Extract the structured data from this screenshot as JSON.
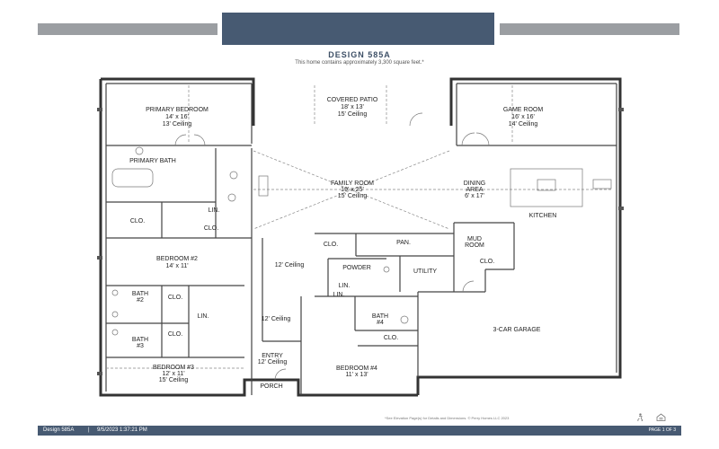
{
  "header": {
    "title": "DESIGN  585A",
    "subtitle": "This home contains approximately 3,300 square feet.*"
  },
  "rooms": {
    "primary_bedroom": {
      "name": "PRIMARY BEDROOM",
      "size": "14' x 16'",
      "ceiling": "13' Ceiling"
    },
    "covered_patio": {
      "name": "COVERED PATIO",
      "size": "18' x 13'",
      "ceiling": "15' Ceiling"
    },
    "game_room": {
      "name": "GAME ROOM",
      "size": "16' x 16'",
      "ceiling": "14' Ceiling"
    },
    "primary_bath": {
      "name": "PRIMARY BATH"
    },
    "family_room": {
      "name": "FAMILY ROOM",
      "size": "19' x 25'",
      "ceiling": "15' Ceiling"
    },
    "dining_area": {
      "name1": "DINING",
      "name2": "AREA",
      "size": "6' x 17'"
    },
    "kitchen": {
      "name": "KITCHEN"
    },
    "lin_primary": {
      "name": "LIN."
    },
    "clo_primary_1": {
      "name": "CLO."
    },
    "clo_primary_2": {
      "name": "CLO."
    },
    "bedroom2": {
      "name": "BEDROOM #2",
      "size": "14' x 11'"
    },
    "clo_hall": {
      "name": "CLO."
    },
    "pantry": {
      "name": "PAN."
    },
    "mud_room": {
      "name1": "MUD",
      "name2": "ROOM"
    },
    "clo_mud": {
      "name": "CLO."
    },
    "hall_ceiling_1": {
      "name": "12' Ceiling"
    },
    "powder": {
      "name": "POWDER"
    },
    "utility": {
      "name": "UTILITY"
    },
    "lin_powder": {
      "name": "LIN."
    },
    "lin_hall": {
      "name": "LIN."
    },
    "bath2": {
      "name1": "BATH",
      "name2": "#2"
    },
    "clo_bath2": {
      "name": "CLO."
    },
    "lin_bath": {
      "name": "LIN."
    },
    "hall_ceiling_2": {
      "name": "12' Ceiling"
    },
    "bath4": {
      "name1": "BATH",
      "name2": "#4"
    },
    "bath3": {
      "name1": "BATH",
      "name2": "#3"
    },
    "clo_bath3": {
      "name": "CLO."
    },
    "clo_bed4": {
      "name": "CLO."
    },
    "garage": {
      "name": "3-CAR GARAGE"
    },
    "entry": {
      "name": "ENTRY",
      "ceiling": "12' Ceiling"
    },
    "bedroom3": {
      "name": "BEDROOM #3",
      "size": "12' x 11'",
      "ceiling": "15' Ceiling"
    },
    "bedroom4": {
      "name": "BEDROOM #4",
      "size": "11' x 13'"
    },
    "porch": {
      "name": "PORCH"
    }
  },
  "footer": {
    "design": "Design  585A",
    "separator": "|",
    "date": "9/5/2023 1:37:21 PM",
    "page": "PAGE 1 OF 3",
    "disclaimer": "*See Elevation Page(s) for Details and Dimensions. © Perry Homes LLC 2023"
  },
  "colors": {
    "header_block": "#475a72",
    "gray_bars": "#9b9ea2",
    "footer_bar": "#475a72",
    "wall": "#333333"
  },
  "icons": [
    "fair-housing-icon",
    "equal-housing-icon"
  ]
}
